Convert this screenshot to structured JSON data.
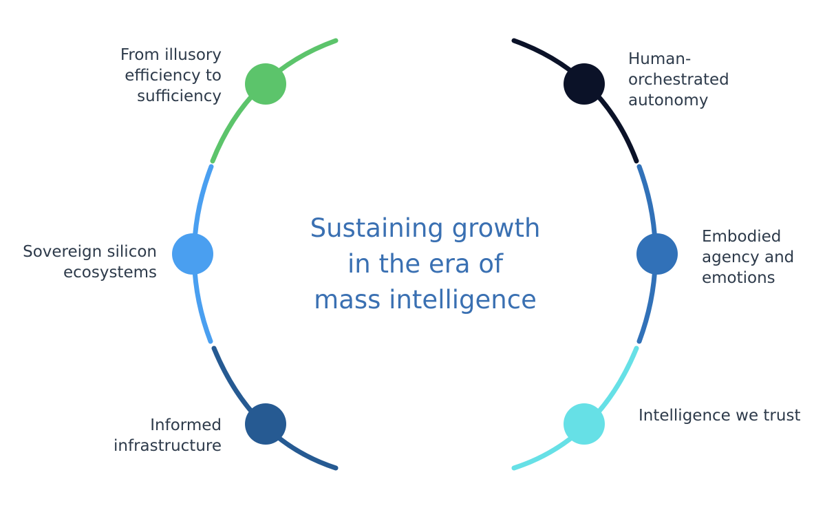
{
  "title": {
    "lines": [
      "Sustaining growth",
      "in the era of",
      "mass intelligence"
    ],
    "color": "#3a70b2"
  },
  "themes": [
    {
      "id": "sufficiency",
      "lines": [
        "From illusory",
        "efficiency to",
        "sufficiency"
      ],
      "color": "#5cc46b"
    },
    {
      "id": "sovereign",
      "lines": [
        "Sovereign silicon",
        "ecosystems"
      ],
      "color": "#4a9ff0"
    },
    {
      "id": "infrastructure",
      "lines": [
        "Informed",
        "infrastructure"
      ],
      "color": "#265a92"
    },
    {
      "id": "autonomy",
      "lines": [
        "Human-",
        "orchestrated",
        "autonomy"
      ],
      "color": "#0b1228"
    },
    {
      "id": "embodied",
      "lines": [
        "Embodied",
        "agency and",
        "emotions"
      ],
      "color": "#3171b8"
    },
    {
      "id": "trust",
      "lines": [
        "Intelligence we trust"
      ],
      "color": "#66e0e6"
    }
  ]
}
